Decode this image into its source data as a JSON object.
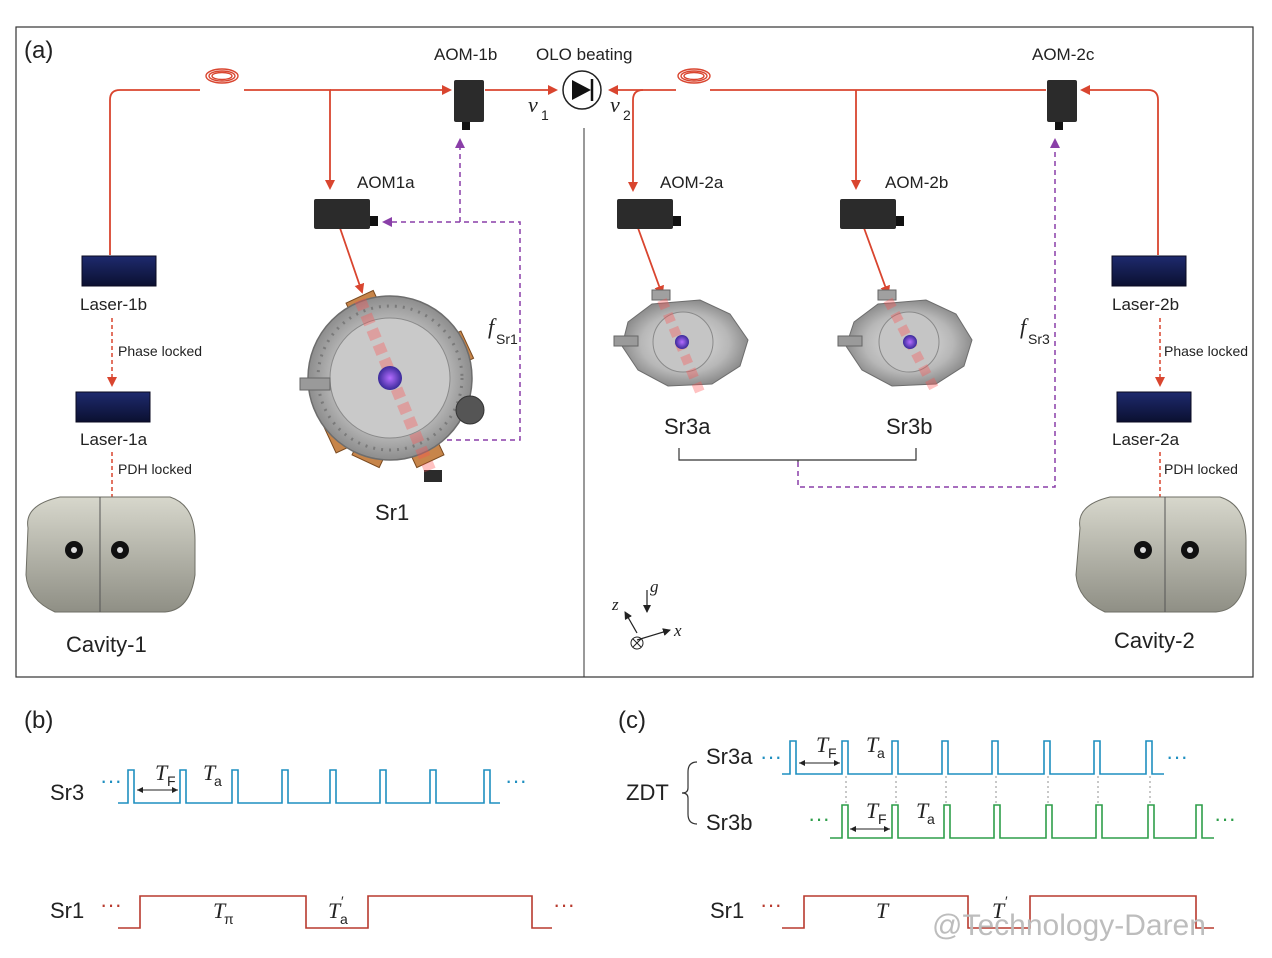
{
  "panels": {
    "a": "(a)",
    "b": "(b)",
    "c": "(c)"
  },
  "components": {
    "aom_1b": "AOM-1b",
    "olo_beating": "OLO beating",
    "aom_2c": "AOM-2c",
    "aom_1a": "AOM1a",
    "aom_2a": "AOM-2a",
    "aom_2b": "AOM-2b",
    "laser_1b": "Laser-1b",
    "laser_1a": "Laser-1a",
    "laser_2b": "Laser-2b",
    "laser_2a": "Laser-2a",
    "phase_locked_1": "Phase locked",
    "phase_locked_2": "Phase locked",
    "pdh_locked_1": "PDH locked",
    "pdh_locked_2": "PDH locked",
    "sr1": "Sr1",
    "sr3a": "Sr3a",
    "sr3b": "Sr3b",
    "cavity_1": "Cavity-1",
    "cavity_2": "Cavity-2"
  },
  "symbols": {
    "nu": "ν",
    "sub1": "1",
    "sub2": "2",
    "f": "f",
    "sr1_sub": "Sr1",
    "sr3_sub": "Sr3",
    "axis_z": "z",
    "axis_g": "g",
    "axis_x": "x"
  },
  "timing_b": {
    "sr3": "Sr3",
    "sr1": "Sr1",
    "dots": "···",
    "T": "T",
    "F": "F",
    "a": "a",
    "pi": "π",
    "prime": "′"
  },
  "timing_c": {
    "sr3a": "Sr3a",
    "sr3b": "Sr3b",
    "zdt": "ZDT",
    "sr1": "Sr1",
    "dots": "···",
    "T": "T",
    "F": "F",
    "a": "a",
    "prime": "′"
  },
  "watermark": "@Technology-Daren",
  "colors": {
    "beam": "#d9452f",
    "rf": "#8a3fa8",
    "sr3_trace": "#1f8fc0",
    "sr3b_trace": "#2e9e4a",
    "sr1_trace": "#b83a2e",
    "frame": "#333333"
  }
}
